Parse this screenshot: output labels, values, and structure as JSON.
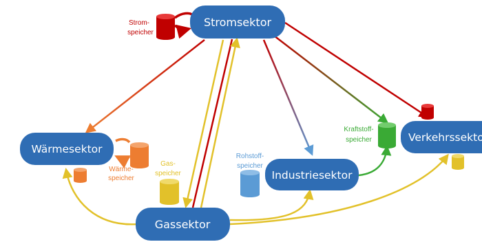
{
  "sectors": {
    "strom": "Stromsektor",
    "waerme": "Wärmesektor",
    "industrie": "Industriesektor",
    "verkehr": "Verkehrssektor",
    "gas": "Gassektor"
  },
  "storage": {
    "strom": [
      "Strom-",
      "speicher"
    ],
    "waerme": [
      "Wärme-",
      "speicher"
    ],
    "gas": [
      "Gas-",
      "speicher"
    ],
    "rohstoff": [
      "Rohstoff-",
      "speicher"
    ],
    "kraftstoff": [
      "Kraftstoff-",
      "speicher"
    ]
  },
  "colors": {
    "node": "#2f6db4",
    "strom": "#c00000",
    "waerme": "#ed7d31",
    "gas": "#e2c12a",
    "rohstoff": "#5b9bd5",
    "kraftstoff": "#3aaa35"
  }
}
